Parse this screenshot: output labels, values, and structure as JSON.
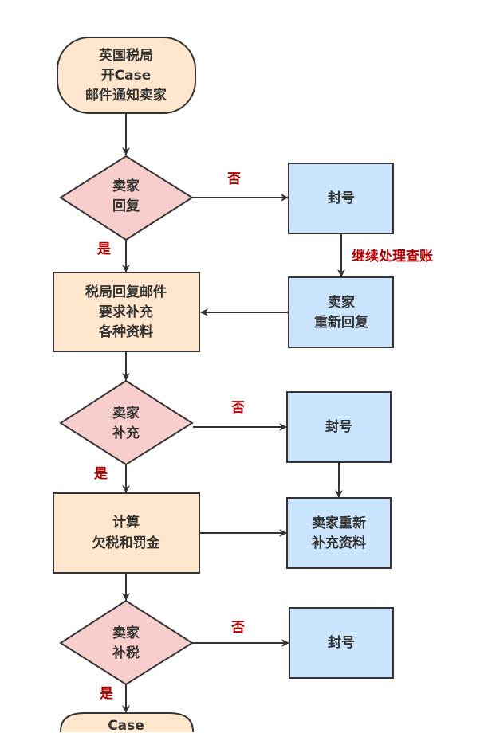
{
  "colors": {
    "terminal_fill": "#ffe6cc",
    "process_fill": "#ffe6cc",
    "decision_fill": "#f8cecc",
    "blue_fill": "#cce5ff",
    "stroke": "#333333",
    "label_red": "#b20000"
  },
  "nodes": {
    "start": [
      "英国税局",
      "开Case",
      "邮件通知卖家"
    ],
    "decision1": [
      "卖家",
      "回复"
    ],
    "ban1": [
      "封号"
    ],
    "seller_reply_again": [
      "卖家",
      "重新回复"
    ],
    "tax_reply": [
      "税局回复邮件",
      "要求补充",
      "各种资料"
    ],
    "decision2": [
      "卖家",
      "补充"
    ],
    "ban2": [
      "封号"
    ],
    "seller_resupply": [
      "卖家重新",
      "补充资料"
    ],
    "calculate": [
      "计算",
      "欠税和罚金"
    ],
    "decision3": [
      "卖家",
      "补税"
    ],
    "ban3": [
      "封号"
    ],
    "end": [
      "Case"
    ]
  },
  "edge_labels": {
    "no1": "否",
    "yes1": "是",
    "continue": "继续处理查账",
    "no2": "否",
    "yes2": "是",
    "no3": "否",
    "yes3": "是"
  }
}
